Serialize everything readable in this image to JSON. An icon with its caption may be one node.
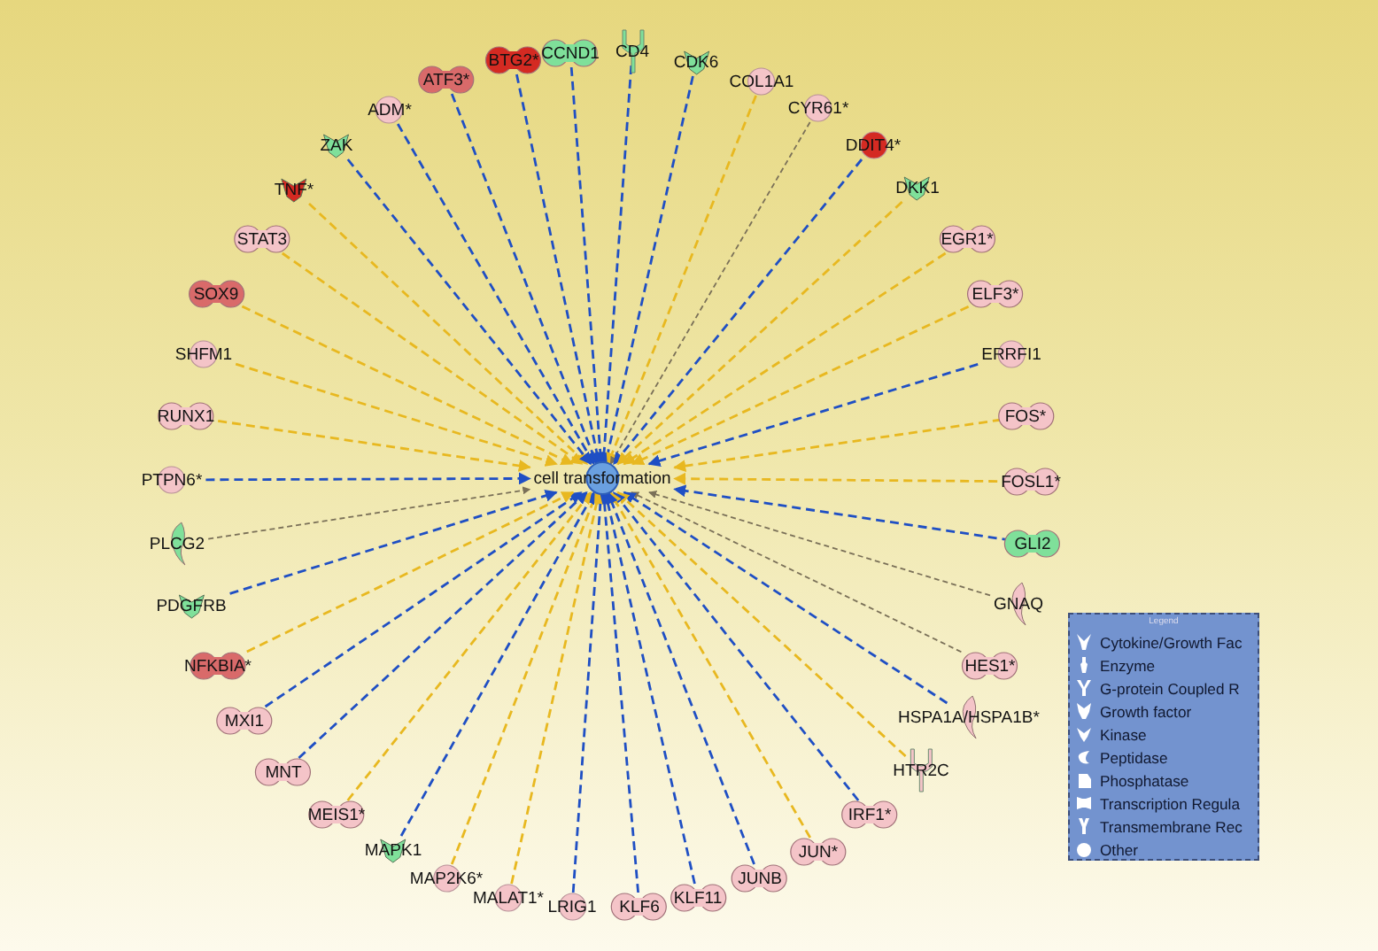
{
  "diagram": {
    "nodes": [
      {
        "text": [
          "cell transformation"
        ]
      },
      {
        "text": [
          "ADM*"
        ]
      },
      {
        "text": [
          "ATF3*"
        ]
      },
      {
        "text": [
          "BTG2*"
        ]
      },
      {
        "text": [
          "CCND1"
        ]
      },
      {
        "text": [
          "CD4"
        ]
      },
      {
        "text": [
          "CDK6"
        ]
      },
      {
        "text": [
          "COL1A1"
        ]
      },
      {
        "text": [
          "CYR61*"
        ]
      },
      {
        "text": [
          "DDIT4*"
        ]
      },
      {
        "text": [
          "DKK1"
        ]
      },
      {
        "text": [
          "EGR1*"
        ]
      },
      {
        "text": [
          "ELF3*"
        ]
      },
      {
        "text": [
          "ERRFI1"
        ]
      },
      {
        "text": [
          "FOS*"
        ]
      },
      {
        "text": [
          "FOSL1*"
        ]
      },
      {
        "text": [
          "GLI2"
        ]
      },
      {
        "text": [
          "GNAQ"
        ]
      },
      {
        "text": [
          "HES1*"
        ]
      },
      {
        "text": [
          "HSPA1A/HSPA1B*"
        ]
      },
      {
        "text": [
          "HTR2C"
        ]
      },
      {
        "text": [
          "IRF1*"
        ]
      },
      {
        "text": [
          "JUN*"
        ]
      },
      {
        "text": [
          "JUNB"
        ]
      },
      {
        "text": [
          "KLF11"
        ]
      },
      {
        "text": [
          "KLF6"
        ]
      },
      {
        "text": [
          "LRIG1"
        ]
      },
      {
        "text": [
          "MALAT1*"
        ]
      },
      {
        "text": [
          "MAP2K6*"
        ]
      },
      {
        "text": [
          "MAPK1"
        ]
      },
      {
        "text": [
          "MEIS1*"
        ]
      },
      {
        "text": [
          "MNT"
        ]
      },
      {
        "text": [
          "MXI1"
        ]
      },
      {
        "text": [
          "NFKBIA*"
        ]
      },
      {
        "text": [
          "PDGFRB"
        ]
      },
      {
        "text": [
          "PLCG2"
        ]
      },
      {
        "text": [
          "PTPN6*"
        ]
      },
      {
        "text": [
          "RUNX1"
        ]
      },
      {
        "text": [
          "SHFM1"
        ]
      },
      {
        "text": [
          "SOX9"
        ]
      },
      {
        "text": [
          "STAT3"
        ]
      },
      {
        "text": [
          "TNF*"
        ]
      },
      {
        "text": [
          "ZAK"
        ]
      }
    ],
    "edges": [
      {
        "from": 1,
        "to": 0,
        "arrow": "to",
        "style": "dashed"
      },
      {
        "from": 2,
        "to": 0,
        "arrow": "to",
        "style": "dashed"
      },
      {
        "from": 3,
        "to": 0,
        "arrow": "to",
        "style": "dashed"
      },
      {
        "from": 4,
        "to": 0,
        "arrow": "to",
        "style": "dashed"
      },
      {
        "from": 5,
        "to": 0,
        "arrow": "to",
        "style": "dashed"
      },
      {
        "from": 6,
        "to": 0,
        "arrow": "to",
        "style": "dashed"
      },
      {
        "from": 7,
        "to": 0,
        "arrow": "to",
        "style": "dashed",
        "color": "#e8b820"
      },
      {
        "from": 8,
        "to": 0,
        "arrow": "to",
        "style": "dashed",
        "color": "#7a7058"
      },
      {
        "from": 9,
        "to": 0,
        "arrow": "to",
        "style": "dashed"
      },
      {
        "from": 10,
        "to": 0,
        "arrow": "to",
        "style": "dashed",
        "color": "#e8b820"
      },
      {
        "from": 11,
        "to": 0,
        "arrow": "to",
        "style": "dashed",
        "color": "#e8b820"
      },
      {
        "from": 12,
        "to": 0,
        "arrow": "to",
        "style": "dashed",
        "color": "#e8b820"
      },
      {
        "from": 13,
        "to": 0,
        "arrow": "to",
        "style": "dashed"
      },
      {
        "from": 14,
        "to": 0,
        "arrow": "to",
        "style": "dashed",
        "color": "#e8b820"
      },
      {
        "from": 15,
        "to": 0,
        "arrow": "to",
        "style": "dashed",
        "color": "#e8b820"
      },
      {
        "from": 16,
        "to": 0,
        "arrow": "to",
        "style": "dashed"
      },
      {
        "from": 17,
        "to": 0,
        "arrow": "to",
        "style": "dashed",
        "color": "#7a7058"
      },
      {
        "from": 18,
        "to": 0,
        "arrow": "to",
        "style": "dashed",
        "color": "#7a7058"
      },
      {
        "from": 19,
        "to": 0,
        "arrow": "to",
        "style": "dashed"
      },
      {
        "from": 20,
        "to": 0,
        "arrow": "to",
        "style": "dashed",
        "color": "#e8b820"
      },
      {
        "from": 21,
        "to": 0,
        "arrow": "to",
        "style": "dashed"
      },
      {
        "from": 22,
        "to": 0,
        "arrow": "to",
        "style": "dashed",
        "color": "#e8b820"
      },
      {
        "from": 23,
        "to": 0,
        "arrow": "to",
        "style": "dashed"
      },
      {
        "from": 24,
        "to": 0,
        "arrow": "to",
        "style": "dashed"
      },
      {
        "from": 25,
        "to": 0,
        "arrow": "to",
        "style": "dashed"
      },
      {
        "from": 26,
        "to": 0,
        "arrow": "to",
        "style": "dashed"
      },
      {
        "from": 27,
        "to": 0,
        "arrow": "to",
        "style": "dashed",
        "color": "#e8b820"
      },
      {
        "from": 28,
        "to": 0,
        "arrow": "to",
        "style": "dashed",
        "color": "#e8b820"
      },
      {
        "from": 29,
        "to": 0,
        "arrow": "to",
        "style": "dashed"
      },
      {
        "from": 30,
        "to": 0,
        "arrow": "to",
        "style": "dashed",
        "color": "#e8b820"
      },
      {
        "from": 31,
        "to": 0,
        "arrow": "to",
        "style": "dashed"
      },
      {
        "from": 32,
        "to": 0,
        "arrow": "to",
        "style": "dashed"
      },
      {
        "from": 33,
        "to": 0,
        "arrow": "to",
        "style": "dashed",
        "color": "#e8b820"
      },
      {
        "from": 34,
        "to": 0,
        "arrow": "to",
        "style": "dashed"
      },
      {
        "from": 35,
        "to": 0,
        "arrow": "to",
        "style": "dashed",
        "color": "#7a7058"
      },
      {
        "from": 36,
        "to": 0,
        "arrow": "to",
        "style": "dashed"
      },
      {
        "from": 37,
        "to": 0,
        "arrow": "to",
        "style": "dashed",
        "color": "#e8b820"
      },
      {
        "from": 38,
        "to": 0,
        "arrow": "to",
        "style": "dashed",
        "color": "#e8b820"
      },
      {
        "from": 39,
        "to": 0,
        "arrow": "to",
        "style": "dashed",
        "color": "#e8b820"
      },
      {
        "from": 40,
        "to": 0,
        "arrow": "to",
        "style": "dashed",
        "color": "#e8b820"
      },
      {
        "from": 41,
        "to": 0,
        "arrow": "to",
        "style": "dashed",
        "color": "#e8b820"
      },
      {
        "from": 42,
        "to": 0,
        "arrow": "to",
        "style": "dashed"
      }
    ],
    "labels": [
      "Legend"
    ],
    "legend": [
      {
        "text": "Cytokine/Growth Fac"
      },
      {
        "text": "Enzyme"
      },
      {
        "text": "G-protein Coupled R"
      },
      {
        "text": "Growth factor"
      },
      {
        "text": "Kinase"
      },
      {
        "text": "Peptidase"
      },
      {
        "text": "Phosphatase"
      },
      {
        "text": "Transcription Regula"
      },
      {
        "text": "Transmembrane Rec"
      },
      {
        "text": "Other"
      }
    ]
  }
}
